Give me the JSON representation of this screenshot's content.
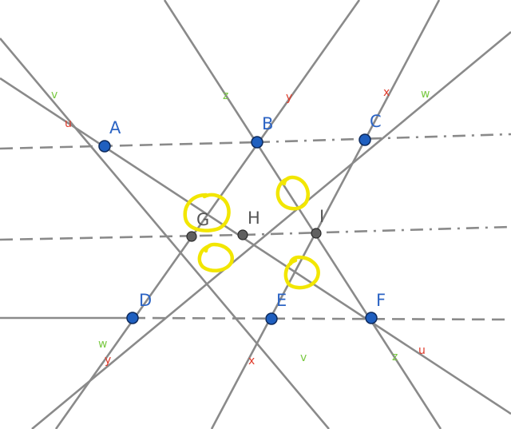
{
  "points": {
    "A": "A",
    "B": "B",
    "C": "C",
    "D": "D",
    "E": "E",
    "F": "F",
    "G": "G",
    "H": "H",
    "I": "I"
  },
  "line_labels": {
    "v_top": "v",
    "u_top": "u",
    "z_top": "z",
    "y_top": "y",
    "x_top": "x",
    "w_top": "w",
    "w_bottom": "w",
    "y_bottom": "y",
    "x_bottom": "x",
    "v_bottom": "v",
    "z_bottom": "z",
    "u_bottom": "u"
  },
  "colors": {
    "point_blue": "#1f5fbf",
    "point_gray": "#606060",
    "line_gray": "#8a8a8a",
    "label_red": "#e03a2a",
    "label_green": "#7ac943",
    "highlight_yellow": "#f2e600"
  }
}
